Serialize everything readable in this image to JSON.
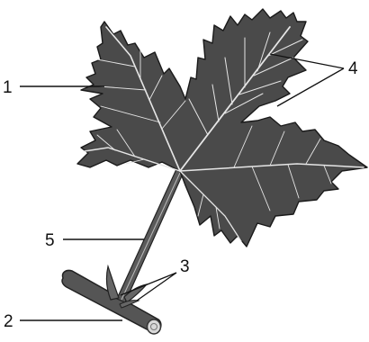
{
  "labels": {
    "leaf_blade": "1",
    "branch": "2",
    "stipules": "3",
    "veins": "4",
    "petiole": "5"
  },
  "colors": {
    "blade": "#4a4a4a",
    "vein": "#e6e6e6",
    "stem": "#555555",
    "line": "#111111",
    "background": "#ffffff"
  }
}
